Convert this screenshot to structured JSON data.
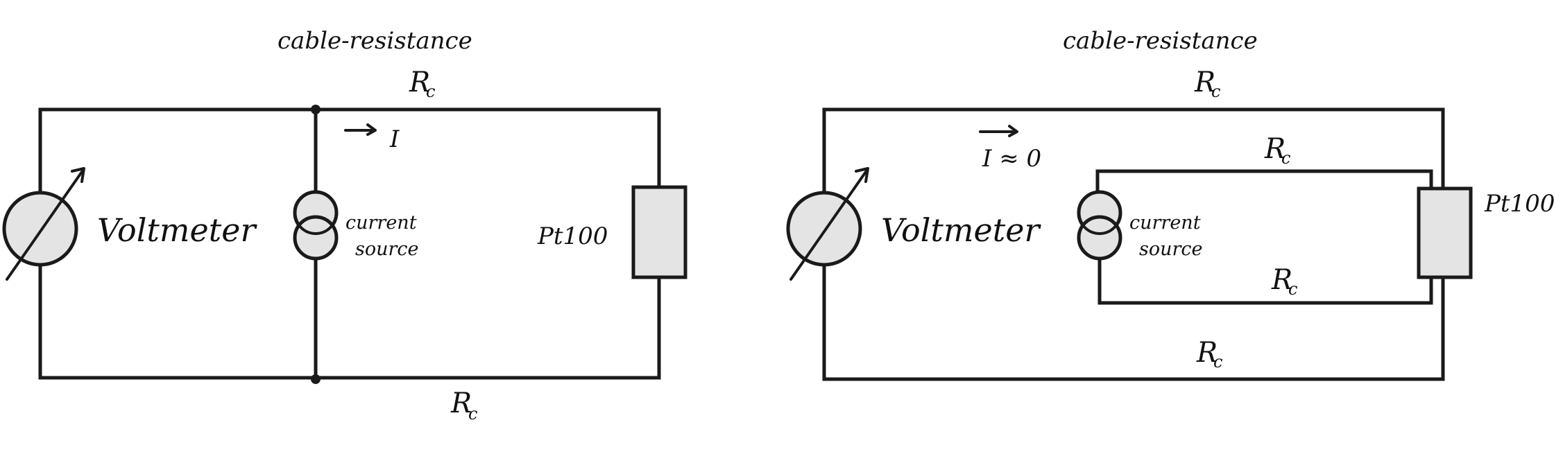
{
  "circuits": [
    {
      "cable_label": "cable-resistance",
      "rc_label": "R",
      "rc_sub": "c",
      "current_label": "I",
      "meter_label": "Voltmeter",
      "source_label_line1": "current",
      "source_label_line2": "source",
      "sensor_label": "Pt100"
    },
    {
      "cable_label": "cable-resistance",
      "rc_label": "R",
      "rc_sub": "c",
      "current_label": "I ≈ 0",
      "meter_label": "Voltmeter",
      "source_label_line1": "current",
      "source_label_line2": "source",
      "sensor_label": "Pt100"
    }
  ],
  "colors": {
    "line": "#1a1a1a",
    "fill": "#e4e4e4",
    "background": "#ffffff"
  }
}
